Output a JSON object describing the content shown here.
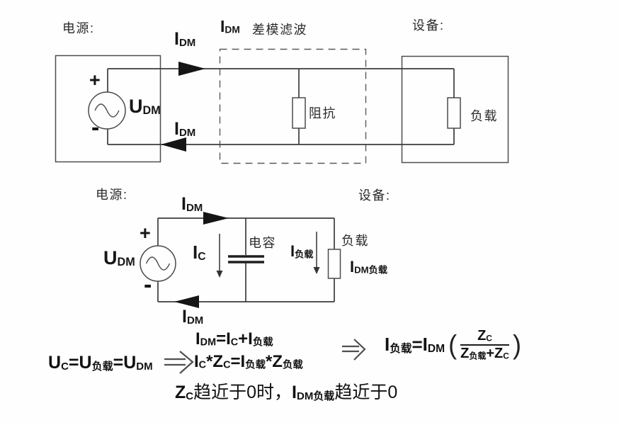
{
  "colors": {
    "wire": "#3c3c3c",
    "box": "#4d4d4d",
    "arrow_fill": "#151515",
    "text": "#161616",
    "background": "#fefefe"
  },
  "labels": {
    "power": "电源:",
    "device": "设备:",
    "filter": "差模滤波",
    "impedance": "阻抗",
    "load": "负载",
    "capacitor": "电容"
  },
  "symbols": {
    "plus": "+",
    "minus": "-",
    "i_dm": [
      [
        "I",
        "m"
      ],
      [
        "DM",
        "s"
      ]
    ],
    "u_dm": [
      [
        "U",
        "m"
      ],
      [
        "DM",
        "s"
      ]
    ],
    "i_c": [
      [
        "I",
        "m"
      ],
      [
        "C",
        "s"
      ]
    ],
    "i_load": [
      [
        "I",
        "m"
      ],
      [
        "负载",
        "s"
      ]
    ],
    "i_dm_load": [
      [
        "I",
        "m"
      ],
      [
        "DM负载",
        "s"
      ]
    ]
  },
  "equations": {
    "left": [
      [
        "U",
        "m"
      ],
      [
        "C",
        "s"
      ],
      [
        "=",
        "m"
      ],
      [
        "U",
        "m"
      ],
      [
        "负载",
        "s"
      ],
      [
        "=",
        "m"
      ],
      [
        "U",
        "m"
      ],
      [
        "DM",
        "s"
      ]
    ],
    "middle_line1": [
      [
        "I",
        "m"
      ],
      [
        "DM",
        "s"
      ],
      [
        "=",
        "m"
      ],
      [
        "I",
        "m"
      ],
      [
        "C",
        "s"
      ],
      [
        "+",
        "m"
      ],
      [
        "I",
        "m"
      ],
      [
        "负载",
        "s"
      ]
    ],
    "middle_line2": [
      [
        "I",
        "m"
      ],
      [
        "C",
        "s"
      ],
      [
        "*",
        "m"
      ],
      [
        "Z",
        "m"
      ],
      [
        "C",
        "s"
      ],
      [
        "=",
        "m"
      ],
      [
        "I",
        "m"
      ],
      [
        "负载",
        "s"
      ],
      [
        "*",
        "m"
      ],
      [
        "Z",
        "m"
      ],
      [
        "负载",
        "s"
      ]
    ],
    "right_lhs": [
      [
        "I",
        "m"
      ],
      [
        "负载",
        "s"
      ],
      [
        "=",
        "m"
      ],
      [
        "I",
        "m"
      ],
      [
        "DM",
        "s"
      ]
    ],
    "paren_open": "(",
    "paren_close": ")",
    "frac_num": [
      [
        "Z",
        "m"
      ],
      [
        "C",
        "s"
      ]
    ],
    "frac_den": [
      [
        "Z",
        "m"
      ],
      [
        "负载",
        "s"
      ],
      [
        "+",
        "m"
      ],
      [
        "Z",
        "m"
      ],
      [
        "C",
        "s"
      ]
    ],
    "conclusion": [
      [
        "Z",
        "m"
      ],
      [
        "C",
        "s"
      ],
      [
        "趋近于0时，",
        "t"
      ],
      [
        "I",
        "m"
      ],
      [
        "DM负载",
        "s"
      ],
      [
        "趋近于0",
        "t"
      ]
    ]
  }
}
